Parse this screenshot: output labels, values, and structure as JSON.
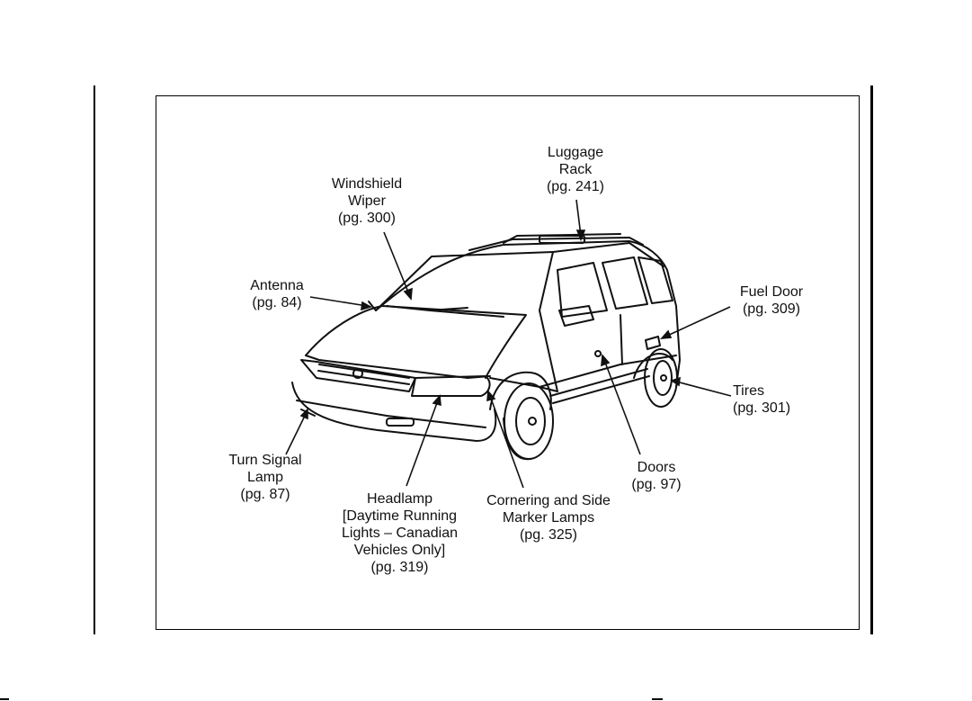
{
  "callouts": {
    "luggage_rack": {
      "lines": [
        "Luggage",
        "Rack",
        "(pg.  241)"
      ]
    },
    "windshield_wiper": {
      "lines": [
        "Windshield",
        "Wiper",
        "(pg. 300)"
      ]
    },
    "antenna": {
      "lines": [
        "Antenna",
        "(pg. 84)"
      ]
    },
    "fuel_door": {
      "lines": [
        "Fuel Door",
        "(pg. 309)"
      ]
    },
    "tires": {
      "lines": [
        "Tires",
        "(pg. 301)"
      ]
    },
    "turn_signal_lamp": {
      "lines": [
        "Turn Signal",
        "Lamp",
        "(pg. 87)"
      ]
    },
    "doors": {
      "lines": [
        "Doors",
        "(pg. 97)"
      ]
    },
    "headlamp": {
      "lines": [
        "Headlamp",
        "[Daytime Running",
        "Lights – Canadian",
        "Vehicles Only]",
        "(pg. 319)"
      ]
    },
    "cornering_lamps": {
      "lines": [
        "Cornering and Side",
        "Marker Lamps",
        "(pg. 325)"
      ]
    }
  }
}
